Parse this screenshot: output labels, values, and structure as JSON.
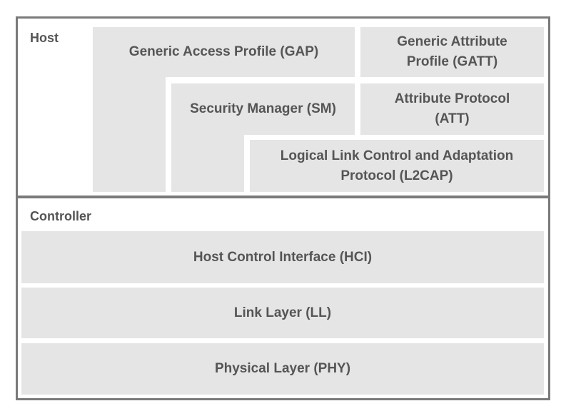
{
  "host": {
    "label": "Host",
    "gap": {
      "line1": "Generic Access Profile (GAP)"
    },
    "gatt": {
      "line1": "Generic Attribute",
      "line2": "Profile (GATT)"
    },
    "sm": {
      "line1": "Security Manager (SM)"
    },
    "att": {
      "line1": "Attribute Protocol",
      "line2": "(ATT)"
    },
    "l2cap": {
      "line1": "Logical Link Control and Adaptation",
      "line2": "Protocol (L2CAP)"
    }
  },
  "controller": {
    "label": "Controller",
    "hci": {
      "line1": "Host Control Interface (HCI)"
    },
    "ll": {
      "line1": "Link Layer (LL)"
    },
    "phy": {
      "line1": "Physical Layer (PHY)"
    }
  },
  "colors": {
    "frame": "#7a7a7a",
    "block_fill": "#e5e5e5",
    "text": "#555555",
    "background": "#ffffff"
  }
}
